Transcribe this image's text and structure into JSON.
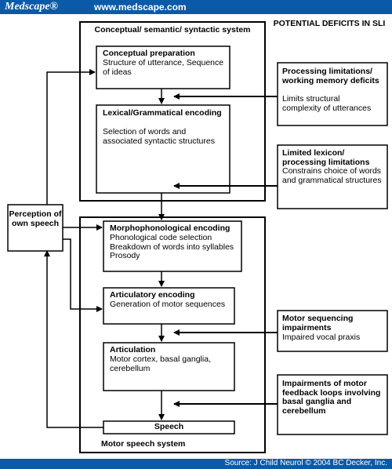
{
  "header": {
    "brand": "Medscape®",
    "url": "www.medscape.com"
  },
  "footer": {
    "source": "Source: J Child Neurol © 2004 BC Decker, Inc."
  },
  "diagram": {
    "deficits_title": "POTENTIAL DEFICITS IN SLI",
    "upper_system": {
      "title": "Conceptual/ semantic/ syntactic system",
      "conceptual_preparation": {
        "title": "Conceptual preparation",
        "body": "Structure of utterance, Sequence of ideas"
      },
      "lexical_encoding": {
        "title": "Lexical/Grammatical encoding",
        "body": "Selection of words and associated syntactic structures"
      }
    },
    "motor_system": {
      "title": "Motor speech system",
      "morphophonological": {
        "title": "Morphophonological encoding",
        "body": "Phonological code selection Breakdown of words into syllables Prosody"
      },
      "articulatory": {
        "title": "Articulatory encoding",
        "body": "Generation of motor sequences"
      },
      "articulation": {
        "title": "Articulation",
        "body": "Motor cortex, basal ganglia, cerebellum"
      },
      "speech": "Speech"
    },
    "perception": "Perception of own speech",
    "deficits": {
      "processing": {
        "title": "Processing limitations/ working memory deficits",
        "body": "Limits structural complexity of utterances"
      },
      "lexicon": {
        "title": "Limited lexicon/ processing limitations",
        "body": "Constrains choice of words and grammatical structures"
      },
      "motor_sequencing": {
        "title": "Motor sequencing impairments",
        "body": "Impaired vocal praxis"
      },
      "feedback": {
        "title": "Impairments of motor feedback loops involving basal ganglia and cerebellum"
      }
    }
  }
}
